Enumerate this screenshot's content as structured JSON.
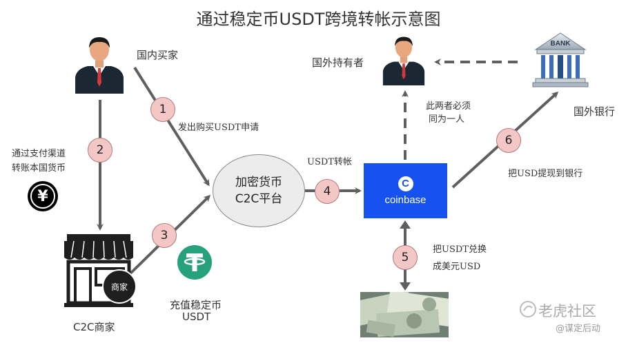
{
  "title": "通过稳定币USDT跨境转帐示意图",
  "actors": {
    "domestic_buyer": "国内买家",
    "foreign_holder": "国外持有者",
    "foreign_bank": "国外银行",
    "c2c_merchant": "C2C商家",
    "merchant_badge": "商家",
    "bank_sign": "BANK"
  },
  "platform": {
    "line1": "加密货币",
    "line2": "C2C平台"
  },
  "exchange": {
    "name": "coinbase",
    "logo_glyph": "C"
  },
  "steps": [
    {
      "num": "1",
      "label": "发出购买USDT申请"
    },
    {
      "num": "2",
      "label_line1": "通过支付渠道",
      "label_line2": "转账本国货币"
    },
    {
      "num": "3",
      "label_line1": "充值稳定币",
      "label_line2": "USDT"
    },
    {
      "num": "4",
      "label": "USDT转帐"
    },
    {
      "num": "5",
      "label_line1": "把USDT兑换",
      "label_line2": "成美元USD"
    },
    {
      "num": "6",
      "label": "把USD提现到银行"
    }
  ],
  "note": {
    "line1": "此两者必须",
    "line2": "同为一人"
  },
  "yuan_symbol": "¥",
  "watermark": {
    "main": "老虎社区",
    "sub": "@谋定后动"
  },
  "colors": {
    "arrow": "#5f5f5f",
    "step_circle": "#f4c7c7",
    "coinbase": "#1652f0",
    "tether": "#26a17b",
    "platform_fill": "#ececec"
  }
}
